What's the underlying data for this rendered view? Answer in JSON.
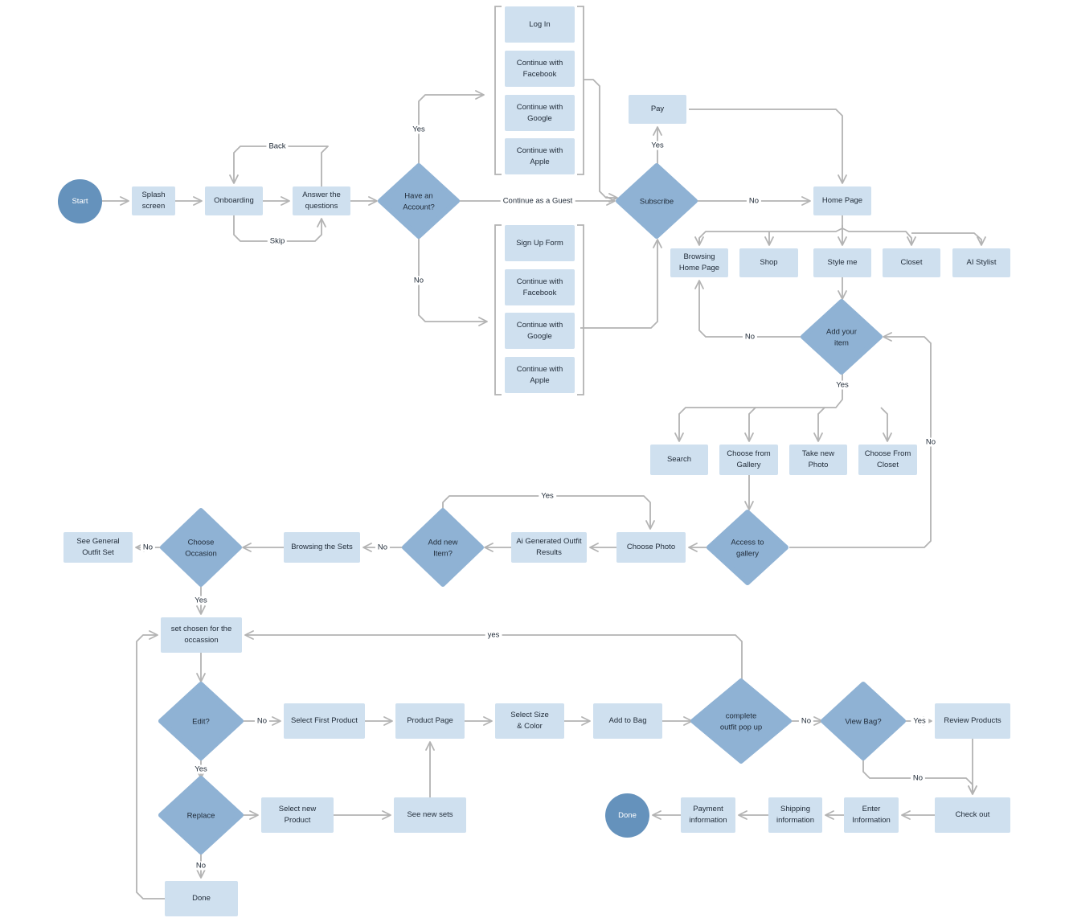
{
  "colors": {
    "box": "#cfe0ef",
    "diamond": "#8fb2d4",
    "terminal": "#6592bc",
    "line": "#b3b3b3"
  },
  "terminals": {
    "start": "Start",
    "done_1": "Done"
  },
  "steps": {
    "splash": "Splash\nscreen",
    "onboarding": "Onboarding",
    "answer": "Answer the\nquestions",
    "login": "Log In",
    "cont_fb_1": "Continue with\nFacebook",
    "cont_google_1": "Continue with\nGoogle",
    "cont_apple_1": "Continue with\nApple",
    "signup": "Sign Up Form",
    "cont_fb_2": "Continue with\nFacebook",
    "cont_google_2": "Continue with\nGoogle",
    "cont_apple_2": "Continue with\nApple",
    "pay": "Pay",
    "home": "Home Page",
    "browse_home": "Browsing\nHome Page",
    "shop": "Shop",
    "style_me": "Style me",
    "closet": "Closet",
    "ai_stylist": "AI Stylist",
    "search": "Search",
    "choose_gallery": "Choose from\nGallery",
    "take_photo": "Take new\nPhoto",
    "choose_closet": "Choose From\nCloset",
    "choose_photo": "Choose Photo",
    "ai_results": "Ai Generated Outfit\nResults",
    "browse_sets": "Browsing the Sets",
    "general_outfit": "See General\nOutfit Set",
    "set_chosen": "set chosen for the\noccassion",
    "select_first": "Select  First Product",
    "product_page": "Product Page",
    "size_color": "Select Size\n& Color",
    "add_bag": "Add to Bag",
    "review": "Review Products",
    "checkout": "Check out",
    "enter_info": "Enter\nInformation",
    "shipping": "Shipping\ninformation",
    "payment": "Payment\ninformation",
    "select_new": "Select new\nProduct",
    "new_sets": "See new sets",
    "done_2": "Done"
  },
  "decisions": {
    "have_account": "Have an\nAccount?",
    "subscribe": "Subscribe",
    "add_item": "Add your\nitem",
    "access_gallery": "Access to\ngallery",
    "add_new_item": "Add new\nItem?",
    "choose_occasion": "Choose\nOccasion",
    "edit": "Edit?",
    "replace": "Replace",
    "complete_popup": "complete\noutfit pop up",
    "view_bag": "View Bag?"
  },
  "edge_labels": {
    "back": "Back",
    "skip": "Skip",
    "yes_account": "Yes",
    "no_account": "No",
    "guest": "Continue as a Guest",
    "yes_subscribe": "Yes",
    "no_subscribe": "No",
    "no_add_item": "No",
    "yes_add_item": "Yes",
    "no_gallery": "No",
    "yes_new_item": "Yes",
    "no_new_item": "No",
    "no_occasion": "No",
    "yes_occasion": "Yes",
    "no_edit": "No",
    "yes_edit": "Yes",
    "no_replace": "No",
    "yes_popup": "yes",
    "no_popup": "No",
    "yes_view_bag": "Yes",
    "no_view_bag": "No"
  }
}
